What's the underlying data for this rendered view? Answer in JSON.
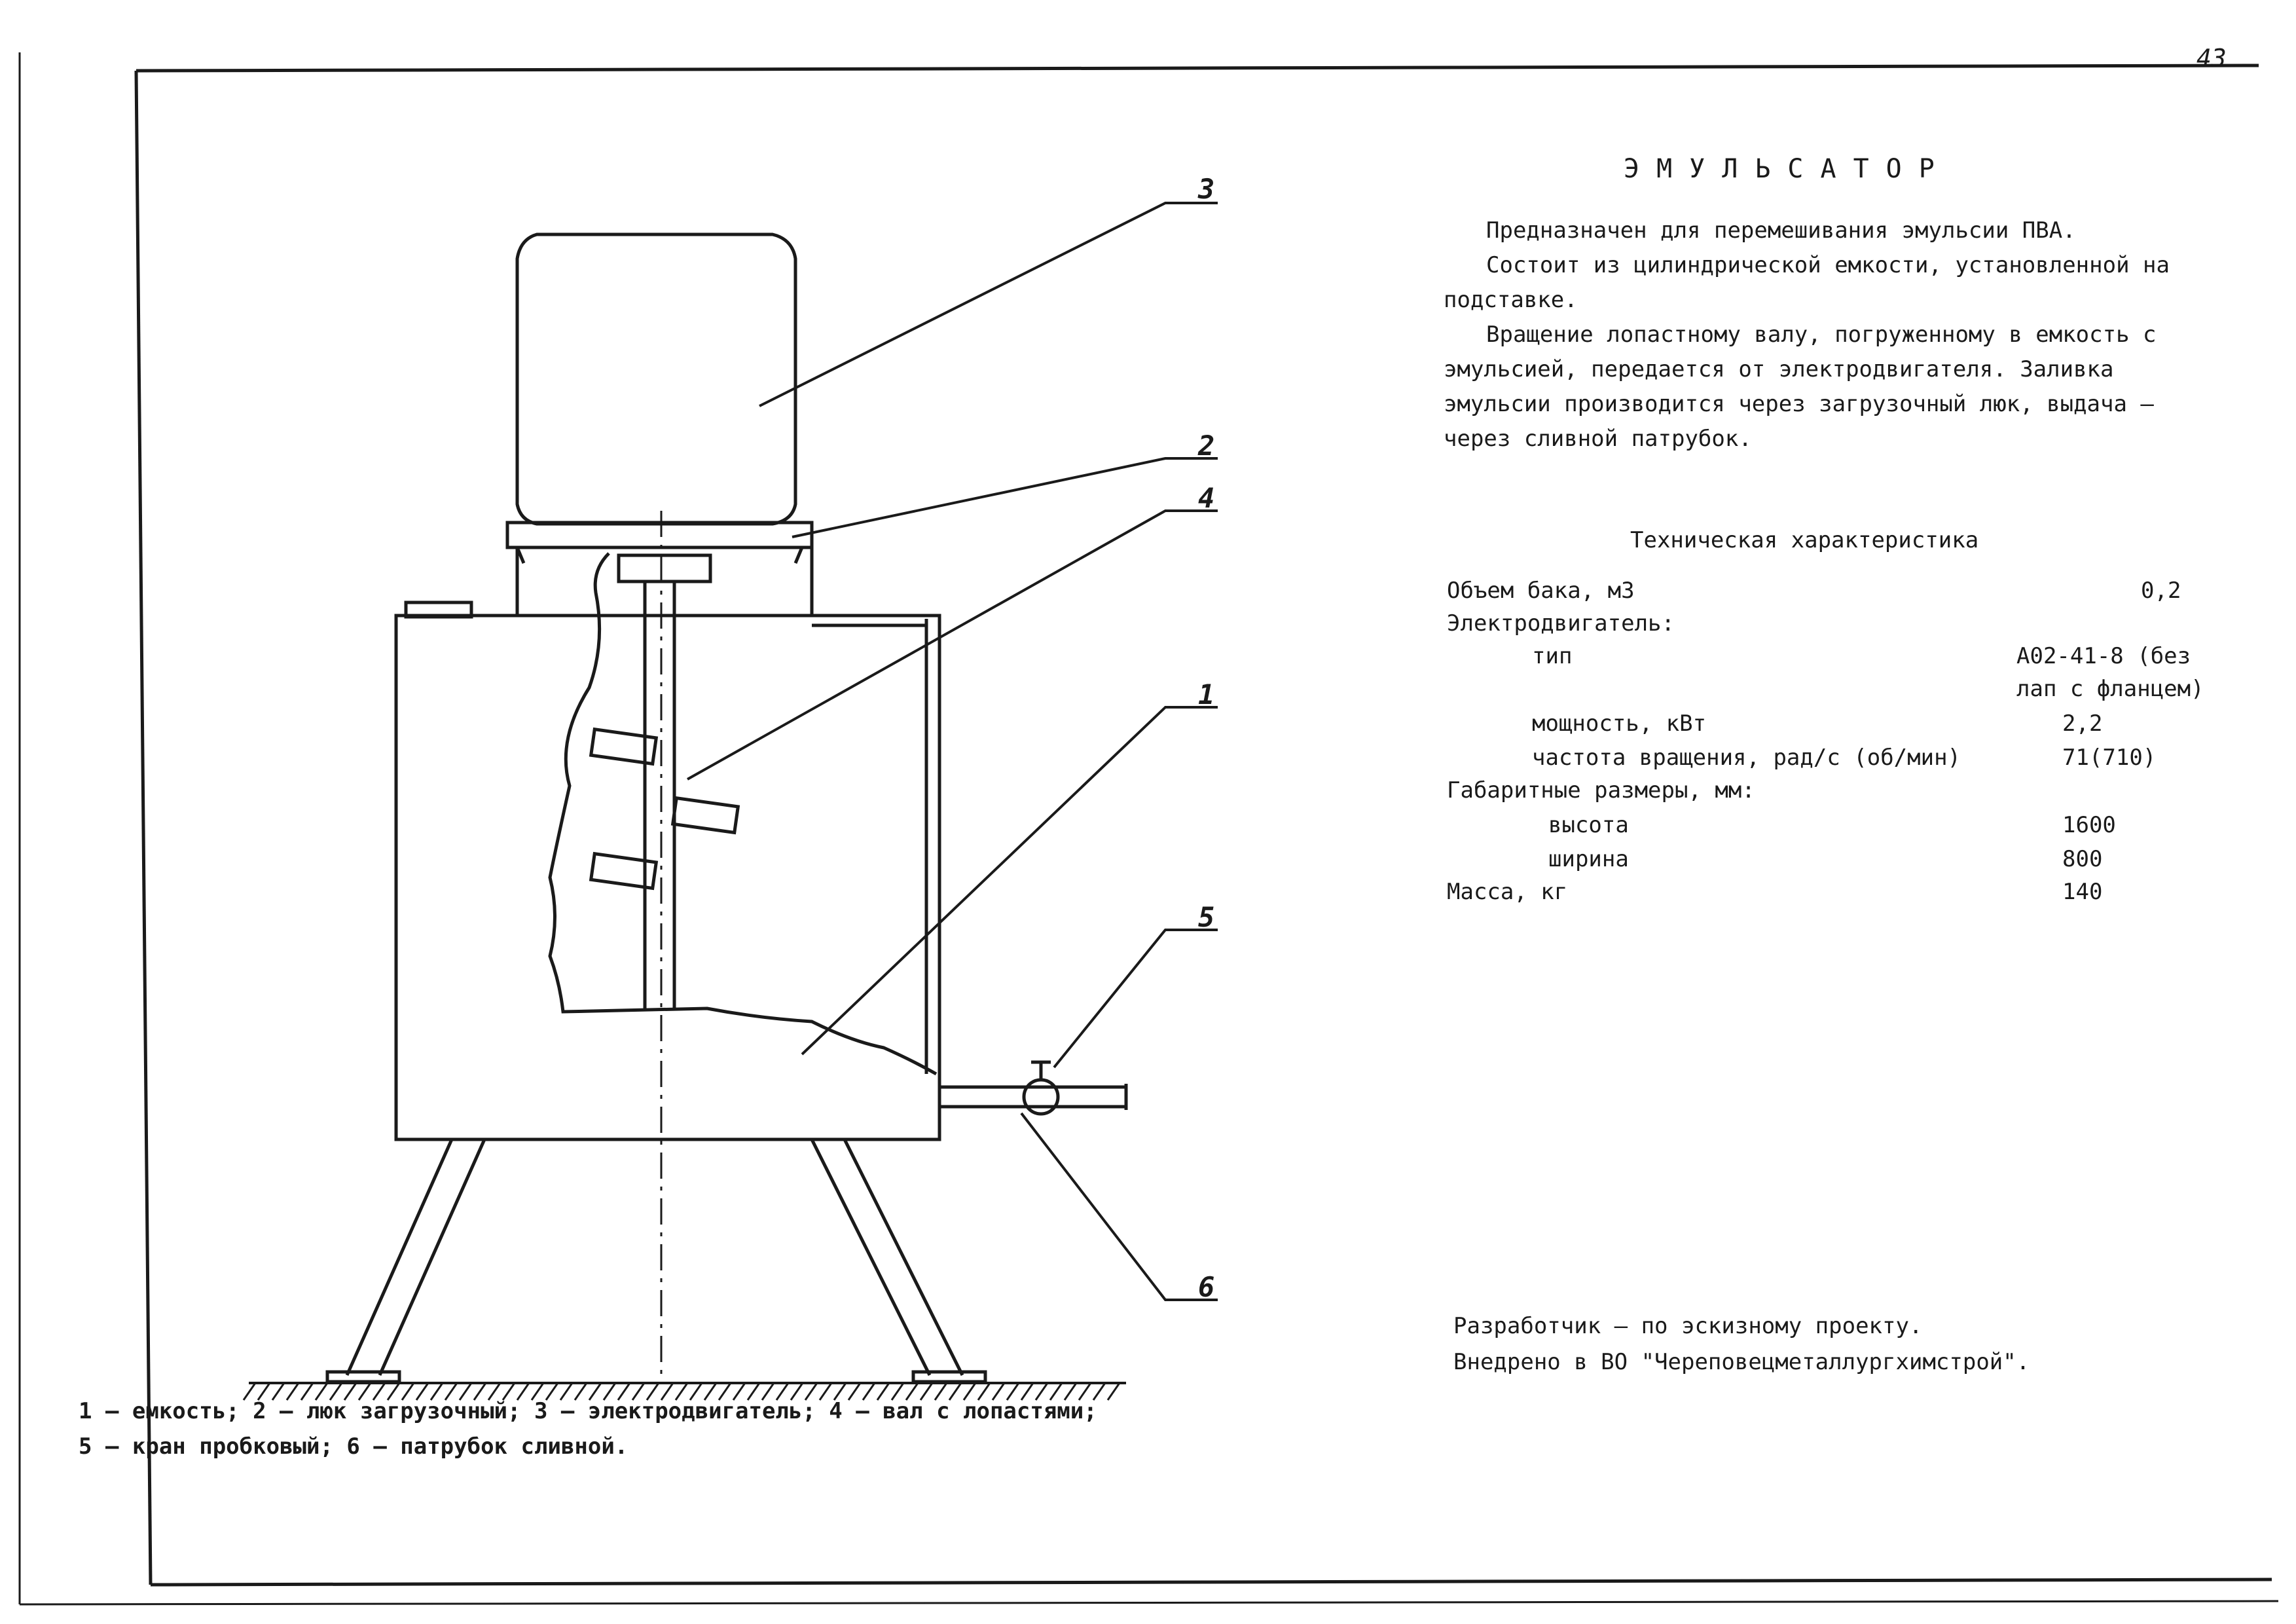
{
  "page_number": "43",
  "title": "ЭМУЛЬСАТОР",
  "description": [
    "Предназначен для перемешивания эмульсии ПВА.",
    "Состоит из цилиндрической емкости, установленной на",
    "подставке.",
    "Вращение лопастному валу, погруженному в емкость с",
    "эмульсией, передается от электродвигателя. Заливка",
    "эмульсии производится через загрузочный люк, выдача –",
    "через сливной патрубок."
  ],
  "specs": {
    "heading": "Техническая характеристика",
    "rows": [
      {
        "label": "Объем бака, м3",
        "value": "0,2"
      },
      {
        "label": "Электродвигатель:",
        "value": ""
      },
      {
        "label": "тип",
        "value": "А02-41-8 (без"
      },
      {
        "label": "",
        "value": "лап с фланцем)"
      },
      {
        "label": "мощность, кВт",
        "value": "2,2"
      },
      {
        "label": "частота вращения, рад/с (об/мин)",
        "value": "71(710)"
      },
      {
        "label": "Габаритные размеры, мм:",
        "value": ""
      },
      {
        "label": "высота",
        "value": "1600"
      },
      {
        "label": "ширина",
        "value": "800"
      },
      {
        "label": "Масса, кг",
        "value": "140"
      }
    ]
  },
  "developer": "Разработчик – по эскизному проекту.",
  "implemented": "Внедрено в ВО \"Череповецметаллургхимстрой\".",
  "callouts": [
    "1",
    "2",
    "3",
    "4",
    "5",
    "6"
  ],
  "legend": [
    "1 – емкость; 2 – люк загрузочный; 3 – электродвигатель; 4 – вал с лопастями;",
    "5 – кран пробковый; 6 – патрубок сливной."
  ]
}
